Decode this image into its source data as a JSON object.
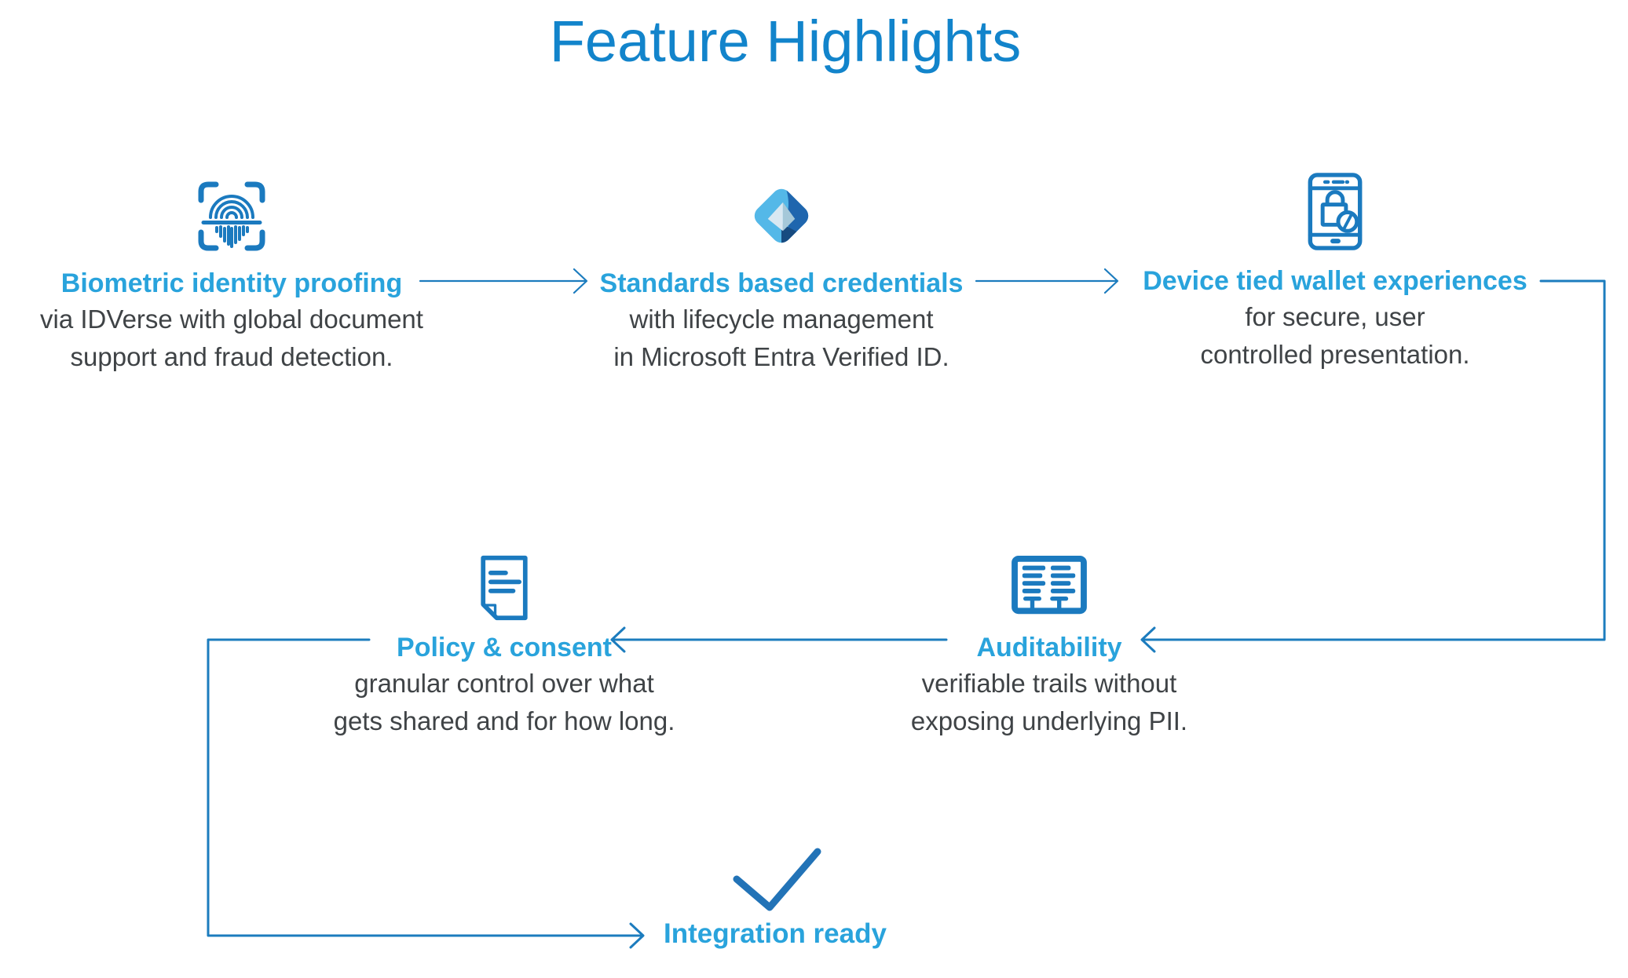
{
  "title": "Feature Highlights",
  "features": [
    {
      "icon": "fingerprint-scan",
      "heading": "Biometric identity proofing",
      "body_line1": "via IDVerse with global document",
      "body_line2": "support and fraud detection."
    },
    {
      "icon": "entra-verified-id-logo",
      "heading": "Standards based credentials",
      "body_line1": "with lifecycle management",
      "body_line2": "in Microsoft Entra Verified ID."
    },
    {
      "icon": "phone-lock",
      "heading": "Device tied wallet experiences",
      "body_line1": "for secure, user",
      "body_line2": "controlled presentation."
    },
    {
      "icon": "audit-board",
      "heading": "Auditability",
      "body_line1": "verifiable trails without",
      "body_line2": "exposing underlying PII."
    },
    {
      "icon": "document-note",
      "heading": "Policy & consent",
      "body_line1": "granular control over what",
      "body_line2": "gets shared and for how long."
    }
  ],
  "integration": {
    "icon": "checkmark",
    "heading": "Integration ready"
  },
  "colors": {
    "title_blue": "#1284CB",
    "heading_blue": "#29A3DC",
    "body_gray": "#3F4346",
    "icon_blue": "#1B7ABF",
    "connector_blue": "#1C7CBE",
    "check_blue": "#2273B7",
    "entra_light_blue": "#54B8E8",
    "entra_dark_blue": "#1F66AE",
    "entra_navy": "#174B80",
    "entra_inner_light": "#D9E8F2",
    "entra_inner_shade": "#A5C8D9"
  }
}
